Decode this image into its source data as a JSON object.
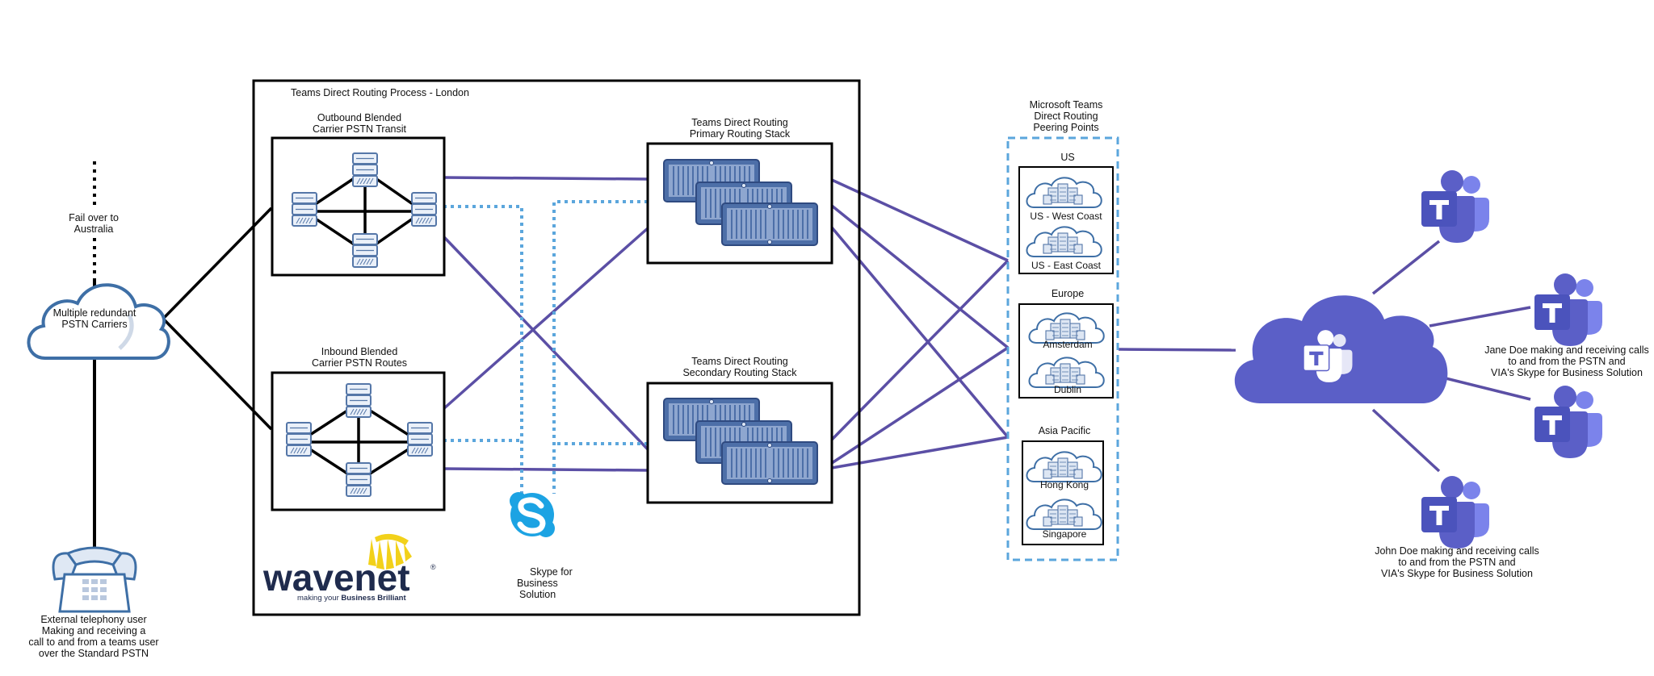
{
  "diagram": {
    "box_title": "Teams Direct Routing Process - London",
    "fail_over": [
      "Fail over to",
      "Australia"
    ],
    "pstn_cloud": [
      "Multiple redundant",
      "PSTN Carriers"
    ],
    "external_user": [
      "External telephony user",
      "Making and receiving a",
      "call to and from a teams user",
      "over the Standard PSTN"
    ],
    "outbound": [
      "Outbound Blended",
      "Carrier PSTN Transit"
    ],
    "inbound": [
      "Inbound Blended",
      "Carrier PSTN Routes"
    ],
    "primary_stack": [
      "Teams Direct Routing",
      "Primary Routing Stack"
    ],
    "secondary_stack": [
      "Teams Direct Routing",
      "Secondary Routing Stack"
    ],
    "skype": [
      "Skype for",
      "Business",
      "Solution"
    ],
    "logo": {
      "word": "wavenet",
      "tagline_prefix": "making your ",
      "tagline_bold": "Business Brilliant"
    },
    "peering": {
      "title": [
        "Microsoft Teams",
        "Direct Routing",
        "Peering Points"
      ],
      "regions": [
        {
          "name": "US",
          "sites": [
            "US - West Coast",
            "US - East Coast"
          ]
        },
        {
          "name": "Europe",
          "sites": [
            "Amsterdam",
            "Dublin"
          ]
        },
        {
          "name": "Asia Pacific",
          "sites": [
            "Hong Kong",
            "Singapore"
          ]
        }
      ]
    },
    "jane": [
      "Jane Doe making and receiving calls",
      "to and from the PSTN and",
      "VIA's Skype for Business Solution"
    ],
    "john": [
      "John Doe making and receiving calls",
      "to and from the PSTN and",
      "VIA's Skype for Business Solution"
    ],
    "colors": {
      "purple": "#5b4fa5",
      "teams": "#5b5fc7",
      "dotted": "#5ba6dc",
      "skype": "#1ca3e3",
      "server": "#5577a8",
      "server_fill": "#eaf0f9",
      "gold": "#f2d11a",
      "navy": "#1f2b4d"
    }
  }
}
